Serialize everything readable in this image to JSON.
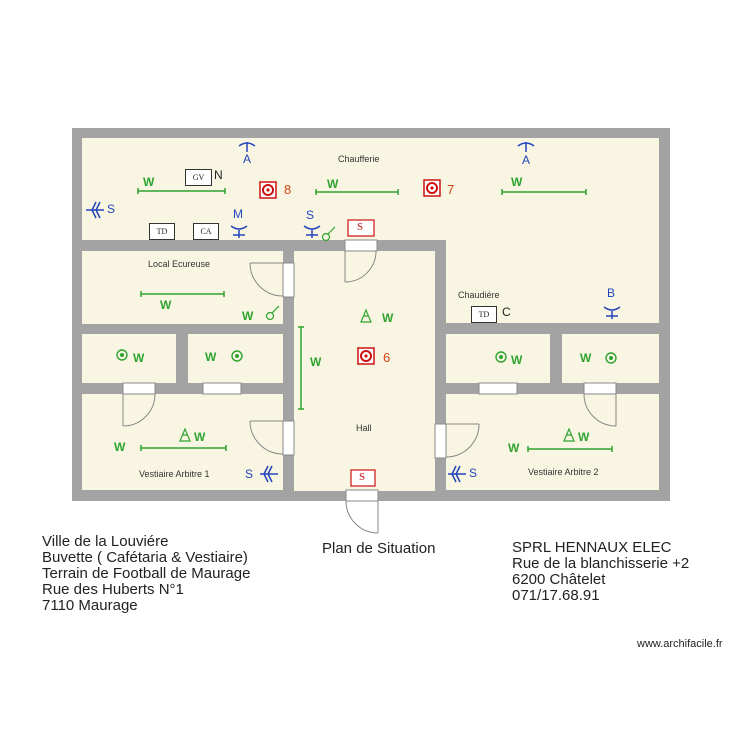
{
  "rooms": {
    "chaufferie": "Chaufferie",
    "local_ecureuse": "Local Ecureuse",
    "chaudiere": "Chaudiére",
    "hall": "Hall",
    "vestiaire_1": "Vestiaire Arbitre 1",
    "vestiaire_2": "Vestiaire Arbitre 2"
  },
  "symbols": {
    "w": "W",
    "s": "S",
    "a": "A",
    "m": "M",
    "b": "B",
    "n": "N",
    "c": "C",
    "gv": "GV",
    "td": "TD",
    "ca": "CA",
    "socket": "S"
  },
  "detectors": {
    "d6": "6",
    "d7": "7",
    "d8": "8"
  },
  "title_block": {
    "left": [
      "Ville de la Louviére",
      "Buvette ( Cafétaria & Vestiaire)",
      "Terrain de Football de Maurage",
      "Rue des Huberts N°1",
      "7110 Maurage"
    ],
    "center": "Plan de Situation",
    "right": [
      "SPRL HENNAUX ELEC",
      "Rue de la blanchisserie +2",
      "6200 Châtelet",
      "071/17.68.91"
    ]
  },
  "watermark": "www.archifacile.fr",
  "colors": {
    "wall": "#a3a3a3",
    "floor": "#f8f5e2",
    "green": "#2fa32f",
    "blue": "#2244bb",
    "red": "#cc1111"
  }
}
